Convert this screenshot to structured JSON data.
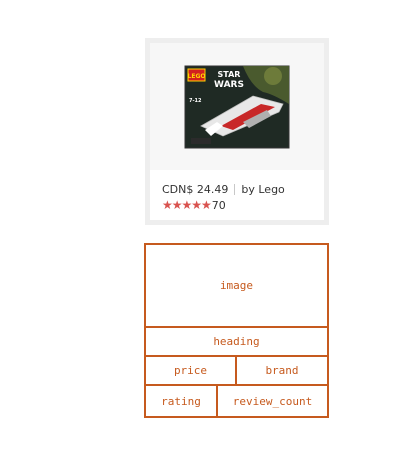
{
  "product": {
    "image_alt": "LEGO Star Wars set box",
    "box_texts": {
      "lego": "LEGO",
      "star": "STAR",
      "wars": "WARS",
      "age": "7-12"
    },
    "price": "CDN$ 24.49",
    "brand": "by Lego",
    "stars": "★★★★★",
    "rating_value": 5,
    "review_count": "70",
    "colors": {
      "star_color": "#d9534f"
    }
  },
  "schema": {
    "image": "image",
    "heading": "heading",
    "price": "price",
    "brand": "brand",
    "rating": "rating",
    "review_count": "review_count",
    "border_color": "#c65a1e"
  }
}
